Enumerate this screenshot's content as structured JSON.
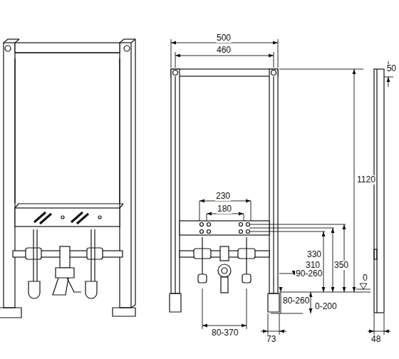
{
  "diagram": {
    "labels": [
      "500",
      "460",
      "50",
      "1120",
      "230",
      "180",
      "330",
      "310",
      "350",
      "90-260",
      "80-260",
      "0",
      "0-200",
      "80-370",
      "73",
      "48"
    ]
  }
}
